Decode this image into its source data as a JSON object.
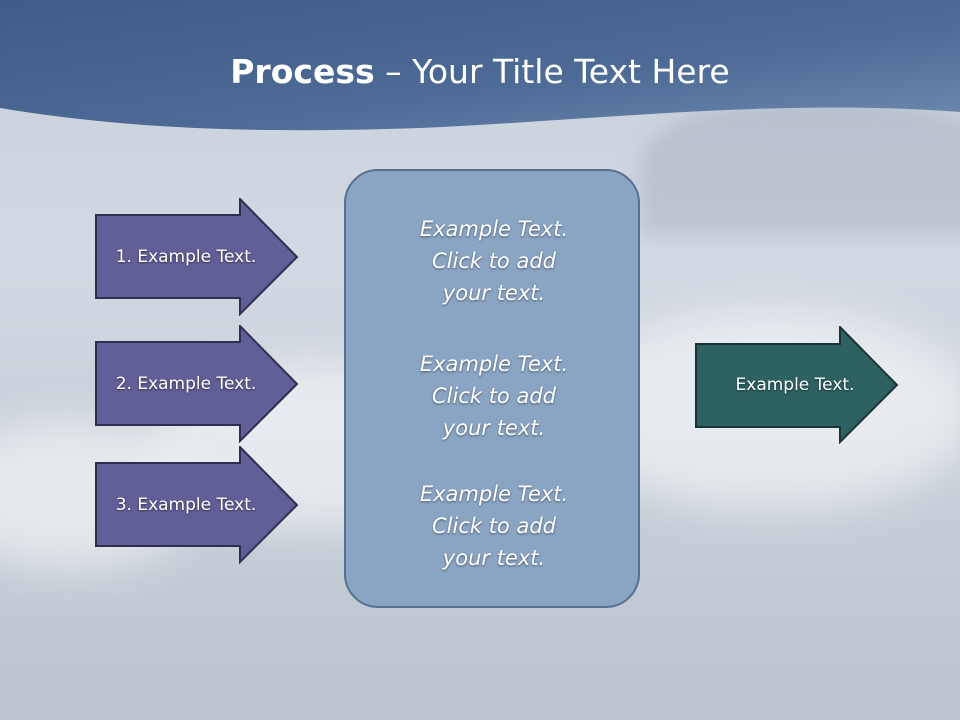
{
  "slide": {
    "title_bold": "Process",
    "title_rest": " – Your Title Text Here"
  },
  "inputs": [
    {
      "label": "1. Example Text."
    },
    {
      "label": "2. Example Text."
    },
    {
      "label": "3. Example Text."
    }
  ],
  "center": {
    "blocks": [
      {
        "line1": "Example Text.",
        "line2": "Click  to add",
        "line3": "your text."
      },
      {
        "line1": "Example Text.",
        "line2": "Click  to add",
        "line3": "your text."
      },
      {
        "line1": "Example Text.",
        "line2": "Click  to add",
        "line3": "your text."
      }
    ]
  },
  "output": {
    "label": "Example Text."
  },
  "colors": {
    "header": "#4a6892",
    "input_arrow": "#615f97",
    "center_box": "#8aa4c4",
    "output_arrow": "#2e6162"
  }
}
